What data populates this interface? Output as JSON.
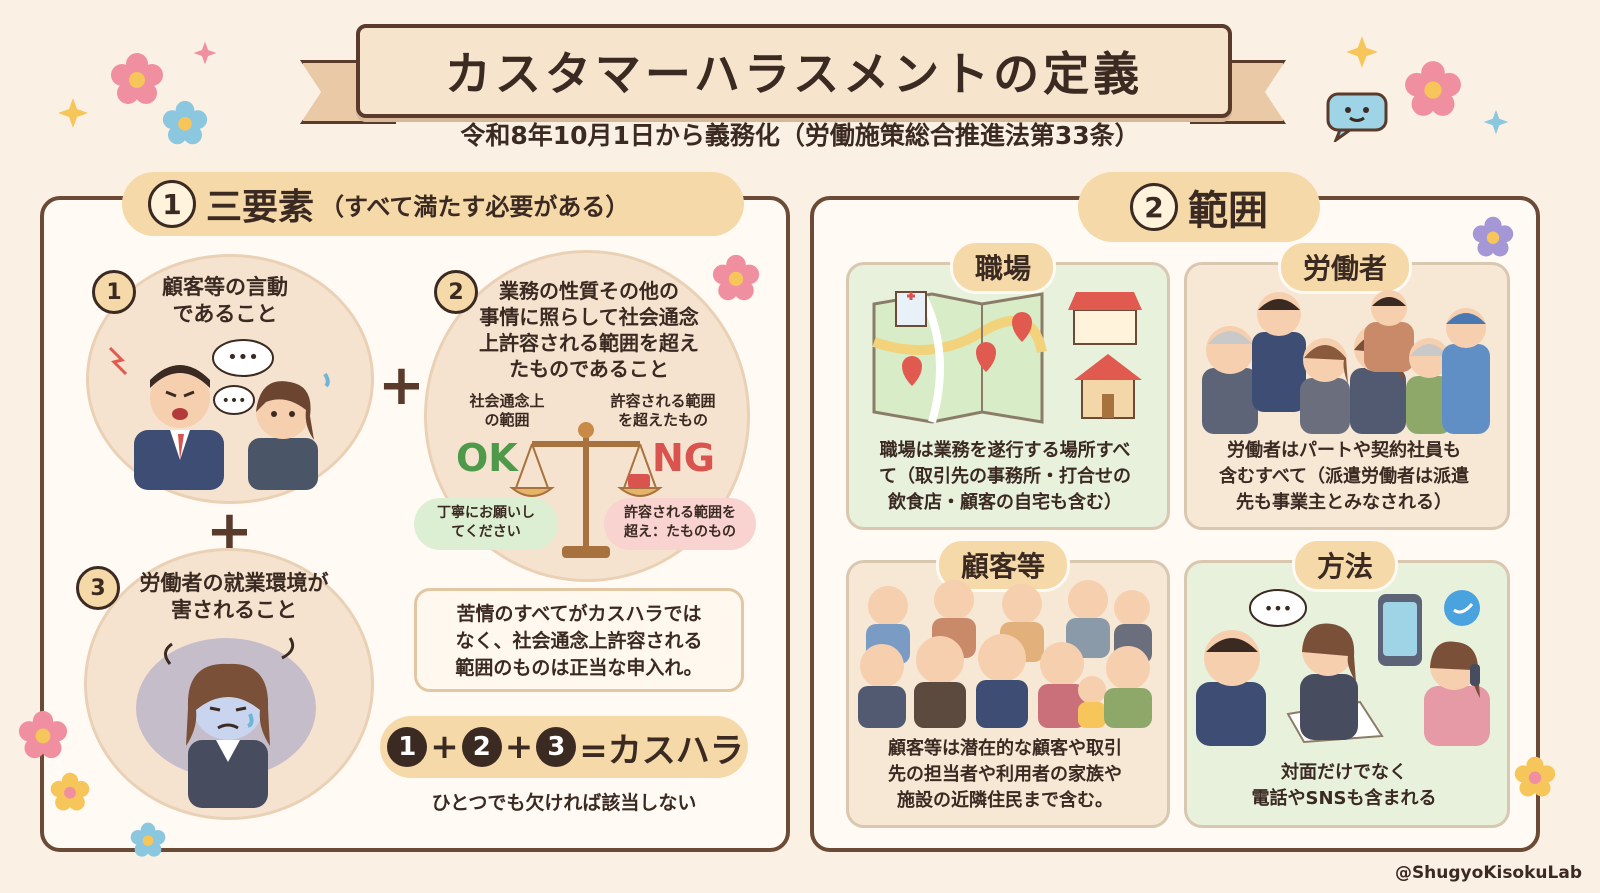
{
  "title": "カスタマーハラスメントの定義",
  "subtitle": "令和8年10月1日から義務化（労働施策総合推進法第33条）",
  "left_panel": {
    "heading_num": "1",
    "heading": "三要素",
    "heading_note": "（すべて満たす必要がある）",
    "element1": {
      "num": "1",
      "line1": "顧客等の言動",
      "line2": "であること"
    },
    "element2": {
      "num": "2",
      "line1": "業務の性質その他の",
      "line2": "事情に照らして社会通念",
      "line3": "上許容される範囲を超え",
      "line4": "たものであること"
    },
    "element3": {
      "num": "3",
      "line1": "労働者の就業環境が",
      "line2": "害されること"
    },
    "scale": {
      "ok_label1": "社会通念上",
      "ok_label2": "の範囲",
      "ng_label1": "許容される範囲",
      "ng_label2": "を超えたもの",
      "ok": "OK",
      "ng": "NG",
      "ok_note1": "丁寧にお願いし",
      "ok_note2": "てください",
      "ng_note1": "許容される範囲を",
      "ng_note2": "超え：たものもの"
    },
    "callout": {
      "line1": "苦情のすべてがカスハラでは",
      "line2": "なく、社会通念上許容される",
      "line3": "範囲のものは正当な申入れ。"
    },
    "formula": {
      "n1": "1",
      "n2": "2",
      "n3": "3",
      "plus": "+",
      "result": "=カスハラ"
    },
    "formula_note": "ひとつでも欠ければ該当しない",
    "plus_sign": "+"
  },
  "right_panel": {
    "heading_num": "2",
    "heading": "範囲",
    "workplace": {
      "label": "職場",
      "line1": "職場は業務を遂行する場所すべ",
      "line2": "て（取引先の事務所・打合せの",
      "line3": "飲食店・顧客の自宅も含む）"
    },
    "workers": {
      "label": "労働者",
      "line1": "労働者はパートや契約社員も",
      "line2": "含むすべて（派遣労働者は派遣",
      "line3": "先も事業主とみなされる）"
    },
    "customers": {
      "label": "顧客等",
      "line1": "顧客等は潜在的な顧客や取引",
      "line2": "先の担当者や利用者の家族や",
      "line3": "施設の近隣住民まで含む。"
    },
    "method": {
      "label": "方法",
      "line1": "対面だけでなく",
      "line2": "電話やSNSも含まれる"
    }
  },
  "handle": "@ShugyoKisokuLab",
  "colors": {
    "accent": "#f6d9a8",
    "ok": "#4f9a4a",
    "ng": "#d9534f",
    "border": "#6b4a36"
  }
}
